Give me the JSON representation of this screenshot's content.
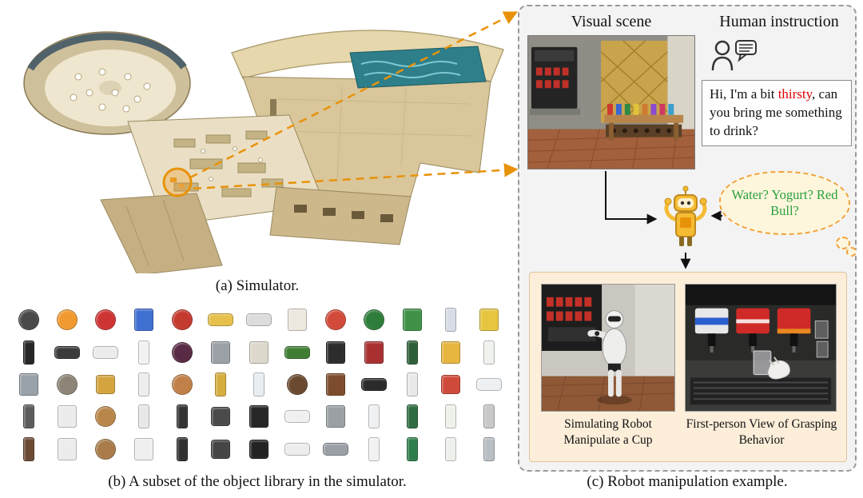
{
  "captions": {
    "simulator": "(a) Simulator.",
    "object_library": "(b) A subset of the object library in the simulator.",
    "robot_manipulation": "(c) Robot manipulation example."
  },
  "right_panel": {
    "visual_scene_title": "Visual scene",
    "human_instruction_title": "Human instruction",
    "instruction": {
      "pre": "Hi, I'm a bit ",
      "highlight": "thirsty",
      "post": ", can you bring me something to drink?"
    },
    "thought_text": "Water? Yogurt? Red Bull?",
    "examples": {
      "left_caption": "Simulating Robot Manipulate a Cup",
      "right_caption": "First-person View of Grasping Behavior"
    }
  },
  "colors": {
    "connector_orange": "#E8920A",
    "highlight_red": "#E00000",
    "thought_green": "#2AA03C",
    "panel_background": "#F3F3F3",
    "examples_panel_background": "#FDEEDA",
    "cloud_background": "#FDF6DD",
    "cloud_border": "#F0A23C",
    "robot_yellow": "#F5BC33",
    "pool_teal": "#2E7F8A",
    "floor_tan": "#D9C69B"
  },
  "object_library": {
    "rows": [
      [
        [
          "kettle",
          "#4a4a4a",
          "r"
        ],
        [
          "orange",
          "#f09a2f",
          "r"
        ],
        [
          "strawberry",
          "#cf3434",
          "r"
        ],
        [
          "wipes-pack",
          "#3f6fd0",
          "b"
        ],
        [
          "apple",
          "#c43a2f",
          "r"
        ],
        [
          "yellow-bowl",
          "#e6c04a",
          "w"
        ],
        [
          "paper-roll",
          "#dcdcdc",
          "w"
        ],
        [
          "teddy-bear",
          "#ece8de",
          "b"
        ],
        [
          "tomato",
          "#d24a3a",
          "r"
        ],
        [
          "watermelon",
          "#2e7d3a",
          "r"
        ],
        [
          "green-juice-box",
          "#3f9148",
          "b"
        ],
        [
          "syringe",
          "#d8dce6",
          "t"
        ],
        [
          "yellow-juice-box",
          "#e6c63f",
          "b"
        ]
      ],
      [
        [
          "soy-sauce-bottle",
          "#262626",
          "t"
        ],
        [
          "slipper",
          "#3a3a3a",
          "w"
        ],
        [
          "white-bowl",
          "#ececec",
          "w"
        ],
        [
          "white-cup",
          "#f2f2f2",
          "t"
        ],
        [
          "mangosteen",
          "#582a44",
          "r"
        ],
        [
          "calculator",
          "#9aa0a6",
          "b"
        ],
        [
          "plush-toy",
          "#ddd8cc",
          "b"
        ],
        [
          "cucumber",
          "#3f7d33",
          "w"
        ],
        [
          "card-case",
          "#2d2d2d",
          "b"
        ],
        [
          "red-book",
          "#a93030",
          "b"
        ],
        [
          "liquor-bottle",
          "#2e5f38",
          "t"
        ],
        [
          "snack-bag",
          "#e6b63f",
          "b"
        ],
        [
          "milk-bottle",
          "#f0f2ee",
          "t"
        ]
      ],
      [
        [
          "pencil-case",
          "#98a0a8",
          "b"
        ],
        [
          "mortar-and-pestle",
          "#8c8476",
          "r"
        ],
        [
          "yellow-mug",
          "#d4a43f",
          "s"
        ],
        [
          "tissue-canister",
          "#ededed",
          "t"
        ],
        [
          "donut",
          "#c08048",
          "r"
        ],
        [
          "chips-can",
          "#d6ae3f",
          "t"
        ],
        [
          "milk-carton",
          "#e8edf2",
          "t"
        ],
        [
          "bead-bracelet",
          "#6a4930",
          "r"
        ],
        [
          "leather-wallet",
          "#7c4c2c",
          "b"
        ],
        [
          "black-pot",
          "#2b2b2b",
          "w"
        ],
        [
          "dotted-cup",
          "#e9e9e9",
          "t"
        ],
        [
          "rubiks-cube",
          "#cf4a3a",
          "s"
        ],
        [
          "napkin",
          "#eef1f4",
          "w"
        ]
      ],
      [
        [
          "thermos",
          "#5c5c5c",
          "t"
        ],
        [
          "kitchen-scale",
          "#ececec",
          "b"
        ],
        [
          "bread",
          "#b9864a",
          "r"
        ],
        [
          "milk-powder-can",
          "#e8e8e8",
          "t"
        ],
        [
          "trash-bin",
          "#343434",
          "t"
        ],
        [
          "bucket",
          "#4a4a4a",
          "s"
        ],
        [
          "camera",
          "#262626",
          "b"
        ],
        [
          "white-tray",
          "#f0f0f0",
          "w"
        ],
        [
          "gray-crate",
          "#9aa0a4",
          "b"
        ],
        [
          "deodorant-spray",
          "#eef0f2",
          "t"
        ],
        [
          "wine-bottle",
          "#2e6b40",
          "t"
        ],
        [
          "yogurt-bottle",
          "#eef2ea",
          "t"
        ],
        [
          "paper-cup",
          "#c8c8c8",
          "t"
        ]
      ],
      [
        [
          "coffee-cup",
          "#6b4a33",
          "t"
        ],
        [
          "monitor-device",
          "#ececec",
          "b"
        ],
        [
          "walnut",
          "#a97c4a",
          "r"
        ],
        [
          "flour-bag",
          "#efefef",
          "b"
        ],
        [
          "black-bin",
          "#303030",
          "t"
        ],
        [
          "dark-bucket",
          "#454545",
          "s"
        ],
        [
          "black-mug",
          "#232323",
          "s"
        ],
        [
          "serving-tray",
          "#ededed",
          "w"
        ],
        [
          "gray-tray",
          "#999fa5",
          "w"
        ],
        [
          "spray-bottle",
          "#f2f2f2",
          "t"
        ],
        [
          "green-bottle",
          "#2f7d4a",
          "t"
        ],
        [
          "small-milk-bottle",
          "#eef0ec",
          "t"
        ],
        [
          "gray-cup",
          "#b9bec4",
          "t"
        ]
      ]
    ]
  }
}
